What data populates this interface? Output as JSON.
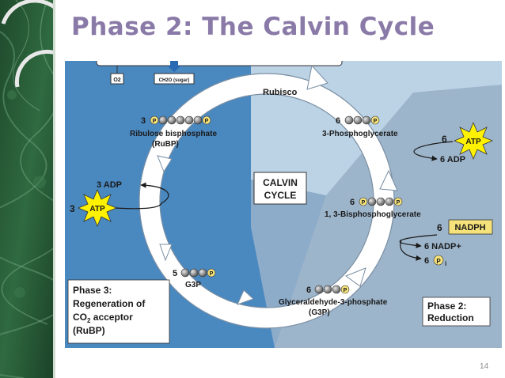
{
  "slide": {
    "title": "Phase 2: The Calvin Cycle",
    "slide_number": "14"
  },
  "colors": {
    "title": "#8a7aa8",
    "phase1_region": "#bcd3e6",
    "phase2_region": "#9db5cb",
    "phase3_region": "#4a88c0",
    "cycle_arrow": "#ffffff",
    "atp_star": "#fff200",
    "nadph_box": "#f5e27a",
    "molecule": "#8f8f8f",
    "sidebar_marble": "#2a5a38"
  },
  "diagram": {
    "top": {
      "o2": "O2",
      "sugar": "CH2O (sugar)"
    },
    "center": {
      "line1": "CALVIN",
      "line2": "CYCLE"
    },
    "rubisco": "Rubisco",
    "pgp": {
      "count": "6",
      "name": "3-Phosphoglycerate"
    },
    "atp_in": {
      "count": "6",
      "label": "ATP"
    },
    "adp_out": "6 ADP",
    "bpg": {
      "count": "6",
      "name": "1, 3-Bisphosphoglycerate"
    },
    "nadph_in": {
      "count": "6",
      "label": "NADPH"
    },
    "nadp_out": "6 NADP+",
    "pi_out": {
      "count": "6",
      "symbol": "P",
      "subscript": "i"
    },
    "g3p6": {
      "count": "6",
      "name": "Glyceraldehyde-3-phosphate",
      "abbr": "(G3P)"
    },
    "g3p5": {
      "count": "5",
      "label": "G3P"
    },
    "rubp": {
      "count": "3",
      "name": "Ribulose bisphosphate",
      "abbr": "(RuBP)"
    },
    "adp_phase3": "3 ADP",
    "atp_phase3": {
      "count": "3",
      "label": "ATP"
    },
    "phosphate_symbol": "P",
    "phase3": {
      "line1": "Phase 3:",
      "line2": "Regeneration of",
      "line3_prefix": "CO",
      "line3_sub": "2",
      "line3_suffix": " acceptor",
      "line4": "(RuBP)"
    },
    "phase2": {
      "line1": "Phase 2:",
      "line2": "Reduction"
    }
  }
}
